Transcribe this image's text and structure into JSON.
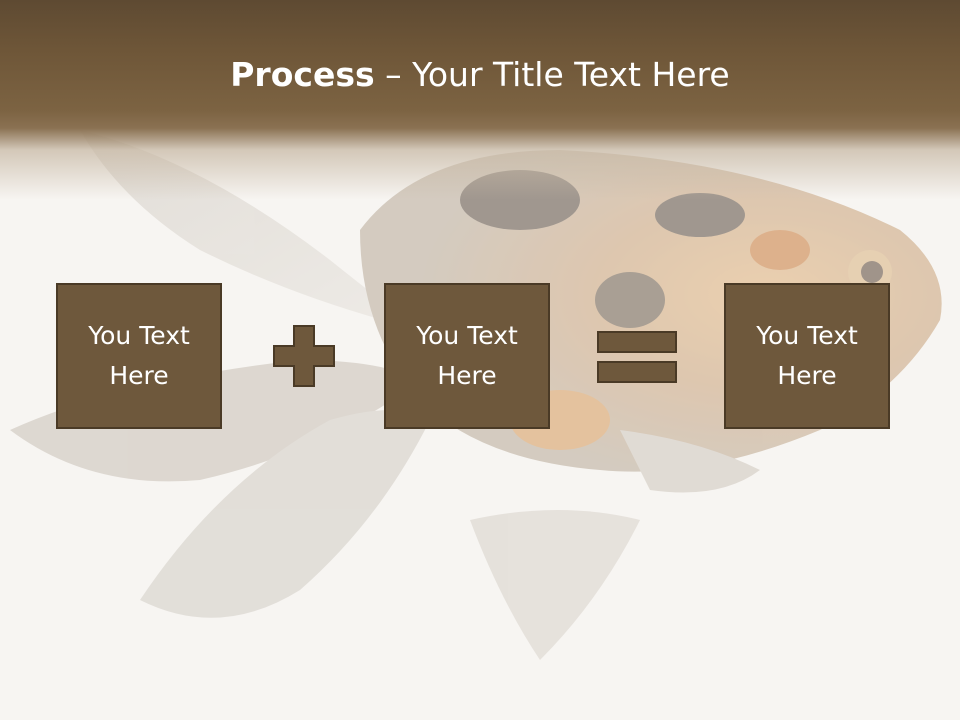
{
  "slide": {
    "title_bold": "Process",
    "title_rest": " – Your Title Text Here",
    "boxes": [
      {
        "label": "You Text Here"
      },
      {
        "label": "You Text Here"
      },
      {
        "label": "You Text Here"
      }
    ],
    "operators": [
      "plus",
      "equals"
    ]
  },
  "colors": {
    "header": "#7c6342",
    "box_fill": "#6e583c",
    "box_border": "#4a3a26",
    "operator_fill": "#6e583c",
    "background": "#f7f5f2"
  },
  "icons": [
    "plus-icon",
    "equals-icon",
    "goldfish-image"
  ]
}
